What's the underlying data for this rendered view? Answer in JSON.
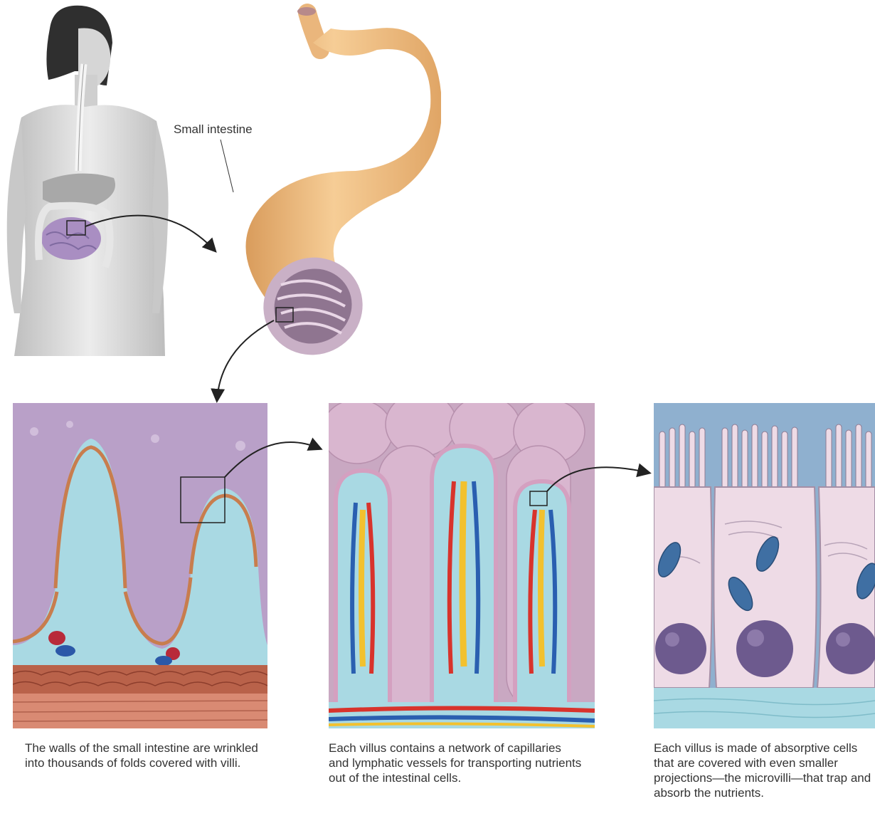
{
  "labels": {
    "small_intestine": "Small intestine"
  },
  "captions": {
    "panel1": "The walls of the small intestine are wrinkled into thousands of folds covered with villi.",
    "panel2": "Each villus contains a network of capillaries and lymphatic vessels for transporting nutrients out of the intestinal cells.",
    "panel3": "Each villus is made of absorptive cells that are covered with even smaller projections—the microvilli—that trap and absorb the nutrients."
  },
  "colors": {
    "intestine": "#f0c08a",
    "villus_fill": "#a9d9e3",
    "mucosa_purple": "#b9a0c8",
    "muscle": "#c9735a",
    "artery": "#d8332c",
    "vein": "#2a5fb0",
    "lymph": "#f2c12e",
    "cell": "#eedbe6",
    "nucleus": "#6d5a8e",
    "mitochondria": "#3f6fa3"
  }
}
